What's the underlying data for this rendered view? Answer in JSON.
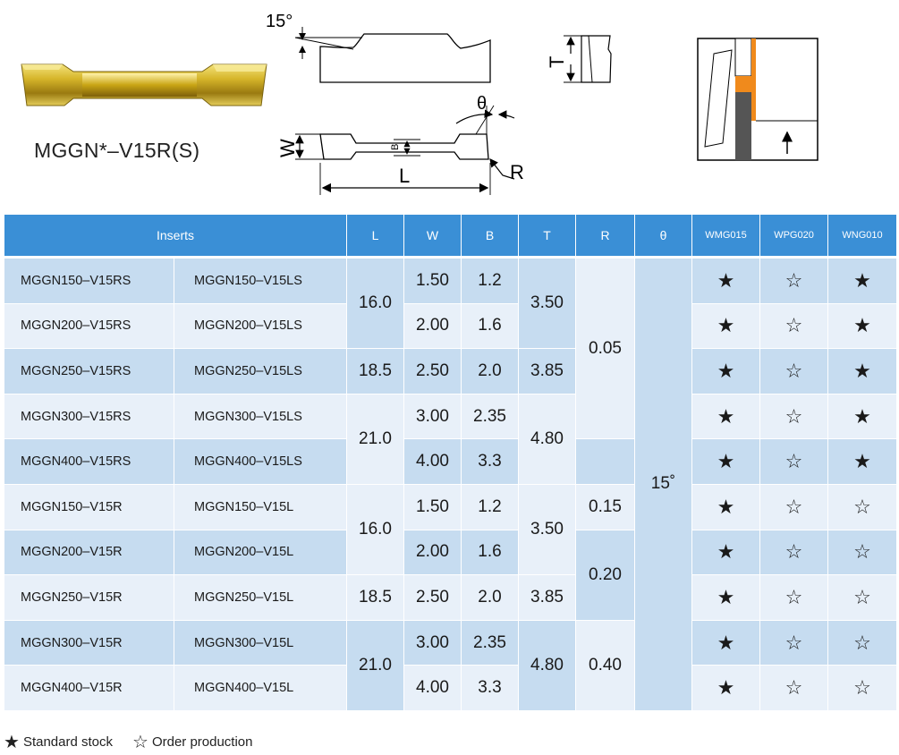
{
  "product_name": "MGGN*–V15R(S)",
  "figure_labels": {
    "angle_top": "15°",
    "t": "T",
    "w": "W",
    "b": "B",
    "l": "L",
    "theta": "θ",
    "r": "R"
  },
  "table": {
    "headers": {
      "inserts": "Inserts",
      "l": "L",
      "w": "W",
      "b": "B",
      "t": "T",
      "r": "R",
      "theta": "θ",
      "grade1": "WMG015",
      "grade2": "WPG020",
      "grade3": "WNG010"
    },
    "rows": [
      {
        "right": "MGGN150–V15RS",
        "left": "MGGN150–V15LS",
        "w": "1.50",
        "b": "1.2",
        "s1": "★",
        "s2": "☆",
        "s3": "★"
      },
      {
        "right": "MGGN200–V15RS",
        "left": "MGGN200–V15LS",
        "w": "2.00",
        "b": "1.6",
        "s1": "★",
        "s2": "☆",
        "s3": "★"
      },
      {
        "right": "MGGN250–V15RS",
        "left": "MGGN250–V15LS",
        "w": "2.50",
        "b": "2.0",
        "s1": "★",
        "s2": "☆",
        "s3": "★"
      },
      {
        "right": "MGGN300–V15RS",
        "left": "MGGN300–V15LS",
        "w": "3.00",
        "b": "2.35",
        "s1": "★",
        "s2": "☆",
        "s3": "★"
      },
      {
        "right": "MGGN400–V15RS",
        "left": "MGGN400–V15LS",
        "w": "4.00",
        "b": "3.3",
        "s1": "★",
        "s2": "☆",
        "s3": "★"
      },
      {
        "right": "MGGN150–V15R",
        "left": "MGGN150–V15L",
        "w": "1.50",
        "b": "1.2",
        "s1": "★",
        "s2": "☆",
        "s3": "☆"
      },
      {
        "right": "MGGN200–V15R",
        "left": "MGGN200–V15L",
        "w": "2.00",
        "b": "1.6",
        "s1": "★",
        "s2": "☆",
        "s3": "☆"
      },
      {
        "right": "MGGN250–V15R",
        "left": "MGGN250–V15L",
        "w": "2.50",
        "b": "2.0",
        "s1": "★",
        "s2": "☆",
        "s3": "☆"
      },
      {
        "right": "MGGN300–V15R",
        "left": "MGGN300–V15L",
        "w": "3.00",
        "b": "2.35",
        "s1": "★",
        "s2": "☆",
        "s3": "☆"
      },
      {
        "right": "MGGN400–V15R",
        "left": "MGGN400–V15L",
        "w": "4.00",
        "b": "3.3",
        "s1": "★",
        "s2": "☆",
        "s3": "☆"
      }
    ],
    "merged": {
      "l_a": "16.0",
      "l_b": "18.5",
      "l_c": "21.0",
      "l_d": "16.0",
      "l_e": "18.5",
      "l_f": "21.0",
      "t_a": "3.50",
      "t_b": "3.85",
      "t_c": "4.80",
      "t_d": "3.50",
      "t_e": "3.85",
      "t_f": "4.80",
      "r_a": "0.05",
      "r_b": "0.15",
      "r_c": "0.20",
      "r_d": "0.40",
      "theta": "15˚"
    }
  },
  "legend": {
    "standard_glyph": "★",
    "standard_label": "Standard stock",
    "order_glyph": "☆",
    "order_label": "Order production"
  },
  "colors": {
    "header_blue": "#3a8fd6",
    "row_dark": "#c6dcf0",
    "row_light": "#e8f0f9",
    "insert_gold": "#c9a514",
    "accent_orange": "#f08a1c"
  }
}
